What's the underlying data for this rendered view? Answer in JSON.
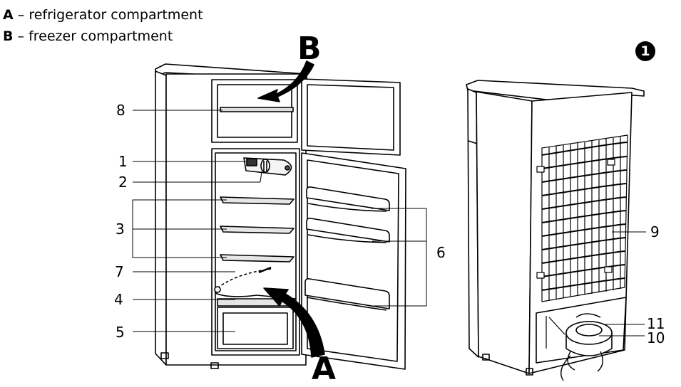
{
  "legend": [
    {
      "letter": "A",
      "separator": "–",
      "text": "refrigerator compartment"
    },
    {
      "letter": "B",
      "separator": "–",
      "text": "freezer compartment"
    }
  ],
  "figure_badge": "1",
  "big_labels": {
    "a": "A",
    "b": "B"
  },
  "callouts": {
    "c1": "1",
    "c2": "2",
    "c3": "3",
    "c4": "4",
    "c5": "5",
    "c6": "6",
    "c7": "7",
    "c8": "8",
    "c9": "9",
    "c10": "10",
    "c11": "11"
  }
}
